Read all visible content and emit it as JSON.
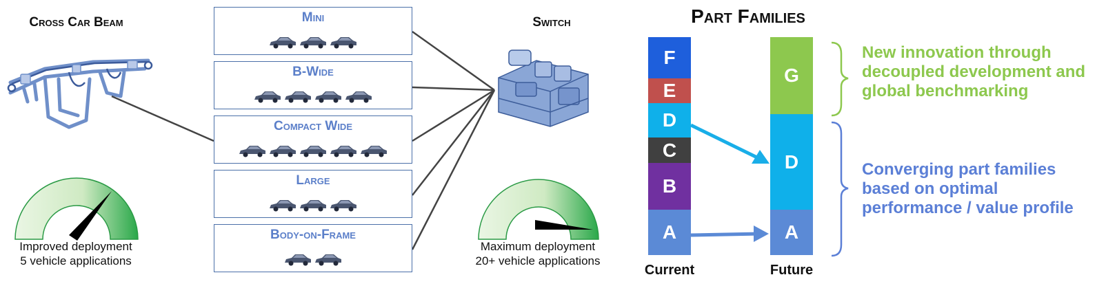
{
  "left_panel": {
    "title": "Cross Car Beam",
    "gauge_caption_line1": "Improved deployment",
    "gauge_caption_line2": "5 vehicle applications"
  },
  "vehicle_classes": [
    {
      "label": "Mini",
      "car_count": 3
    },
    {
      "label": "B-Wide",
      "car_count": 4
    },
    {
      "label": "Compact Wide",
      "car_count": 5
    },
    {
      "label": "Large",
      "car_count": 3
    },
    {
      "label": "Body-on-Frame",
      "car_count": 2
    }
  ],
  "middle_panel": {
    "title": "Switch",
    "gauge_caption_line1": "Maximum deployment",
    "gauge_caption_line2": "20+ vehicle applications"
  },
  "part_families": {
    "title": "Part Families",
    "current_label": "Current",
    "future_label": "Future",
    "current": [
      {
        "label": "F",
        "color": "#1e5fdc"
      },
      {
        "label": "E",
        "color": "#c0504d"
      },
      {
        "label": "D",
        "color": "#0fb0ea"
      },
      {
        "label": "C",
        "color": "#404040"
      },
      {
        "label": "B",
        "color": "#7030a0"
      },
      {
        "label": "A",
        "color": "#5b8ad6"
      }
    ],
    "future": [
      {
        "label": "G",
        "color": "#8dc84e"
      },
      {
        "label": "D",
        "color": "#0fb0ea"
      },
      {
        "label": "A",
        "color": "#5b8ad6"
      }
    ],
    "note_innovation": "New innovation through decoupled development and global benchmarking",
    "note_innovation_color": "#8dc84e",
    "note_converging": "Converging part families based on optimal performance / value profile",
    "note_converging_color": "#5b7fd6"
  }
}
